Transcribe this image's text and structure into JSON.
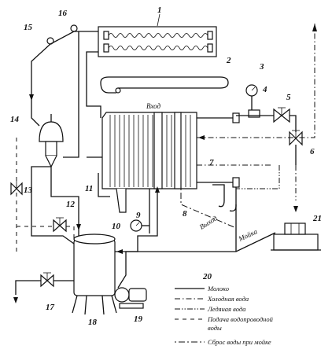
{
  "labels": {
    "n1": "1",
    "n2": "2",
    "n3": "3",
    "n4": "4",
    "n5": "5",
    "n6": "6",
    "n7": "7",
    "n8": "8",
    "n9": "9",
    "n10": "10",
    "n11": "11",
    "n12": "12",
    "n13": "13",
    "n14": "14",
    "n15": "15",
    "n16": "16",
    "n17": "17",
    "n18": "18",
    "n19": "19",
    "n20": "20",
    "n21": "21"
  },
  "flow_labels": {
    "inlet": "Вход",
    "outlet": "Выход",
    "washing": "Мойка"
  },
  "legend": {
    "milk": "Молоко",
    "cold_water": "Холодная вода",
    "ice_water": "Ледяная вода",
    "tap_water_line1": "Подача водопроводной",
    "tap_water_line2": "воды",
    "wash_drain": "Сброс воды при мойке"
  }
}
